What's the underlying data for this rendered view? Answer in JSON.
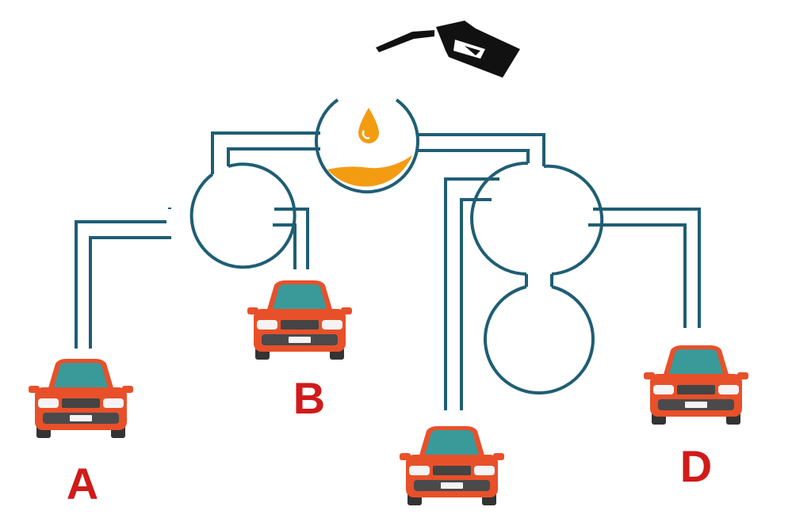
{
  "colors": {
    "pipe": "#1f5e74",
    "fuel": "#f39c12",
    "car_body": "#e8502a",
    "car_glass": "#3a9a9a",
    "label": "#d11a1a",
    "nozzle": "#111111"
  },
  "labels": {
    "car_a": "A",
    "car_b": "B",
    "car_c": "",
    "car_d": "D"
  },
  "icons": {
    "nozzle": "fuel-nozzle-icon",
    "drop": "fuel-drop-icon",
    "car": "car-icon"
  }
}
